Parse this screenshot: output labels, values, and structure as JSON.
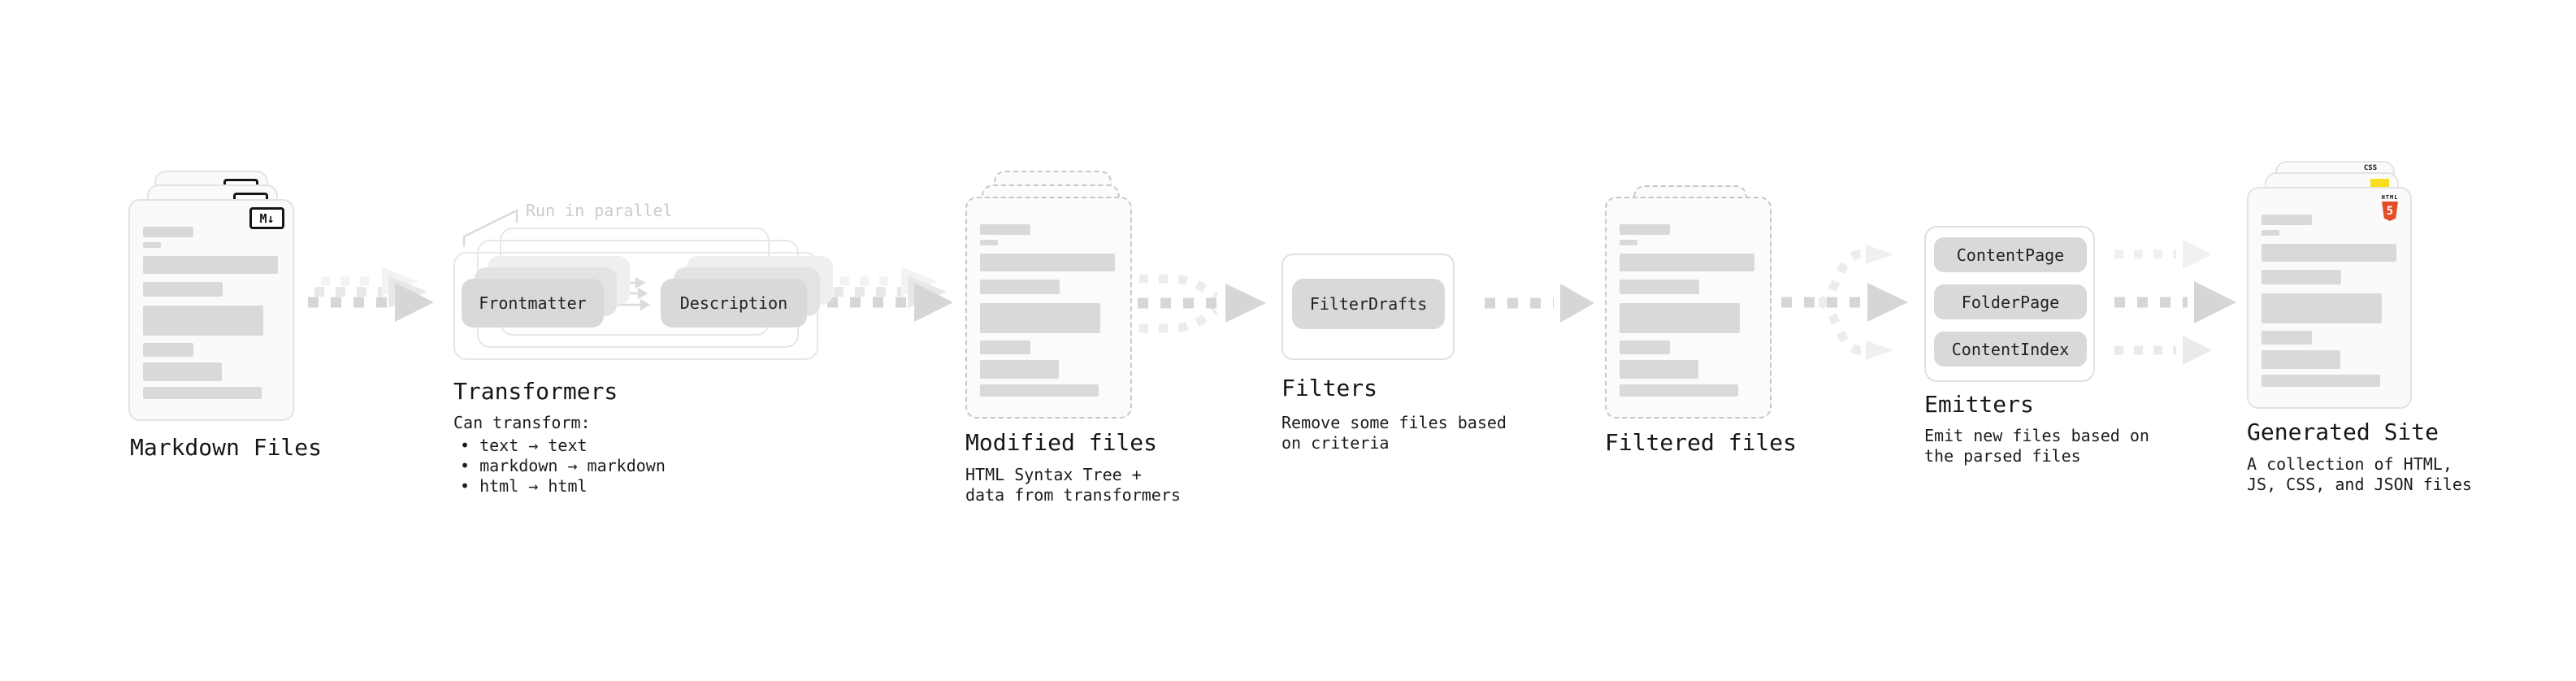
{
  "colors": {
    "html_orange": "#e44d26",
    "js_yellow": "#f7df1e",
    "css_blue": "#2965f1",
    "ink": "#161616",
    "muted_note": "#cbcbcb",
    "bar": "#d9d9d9",
    "pill": "#d9d9d9"
  },
  "stages": [
    {
      "id": "markdown-files",
      "label": "Markdown Files",
      "badge": "M↓"
    },
    {
      "id": "transformers",
      "label": "Transformers",
      "note": "Run in parallel",
      "pills": [
        "Frontmatter",
        "Description"
      ],
      "desc_title": "Can transform:",
      "bullets": [
        "• text → text",
        "• markdown → markdown",
        "• html → html"
      ]
    },
    {
      "id": "modified-files",
      "label": "Modified files",
      "desc_lines": [
        "HTML Syntax Tree +",
        "data from transformers"
      ]
    },
    {
      "id": "filters",
      "label": "Filters",
      "pills": [
        "FilterDrafts"
      ],
      "desc_lines": [
        "Remove some files based",
        "on criteria"
      ]
    },
    {
      "id": "filtered-files",
      "label": "Filtered files"
    },
    {
      "id": "emitters",
      "label": "Emitters",
      "pills": [
        "ContentPage",
        "FolderPage",
        "ContentIndex"
      ],
      "desc_lines": [
        "Emit new files based on",
        "the parsed files"
      ]
    },
    {
      "id": "generated-site",
      "label": "Generated Site",
      "badges": {
        "css": "CSS",
        "html": "HTML",
        "html5": "5"
      },
      "desc_lines": [
        "A collection of HTML,",
        "JS, CSS, and JSON files"
      ]
    }
  ]
}
